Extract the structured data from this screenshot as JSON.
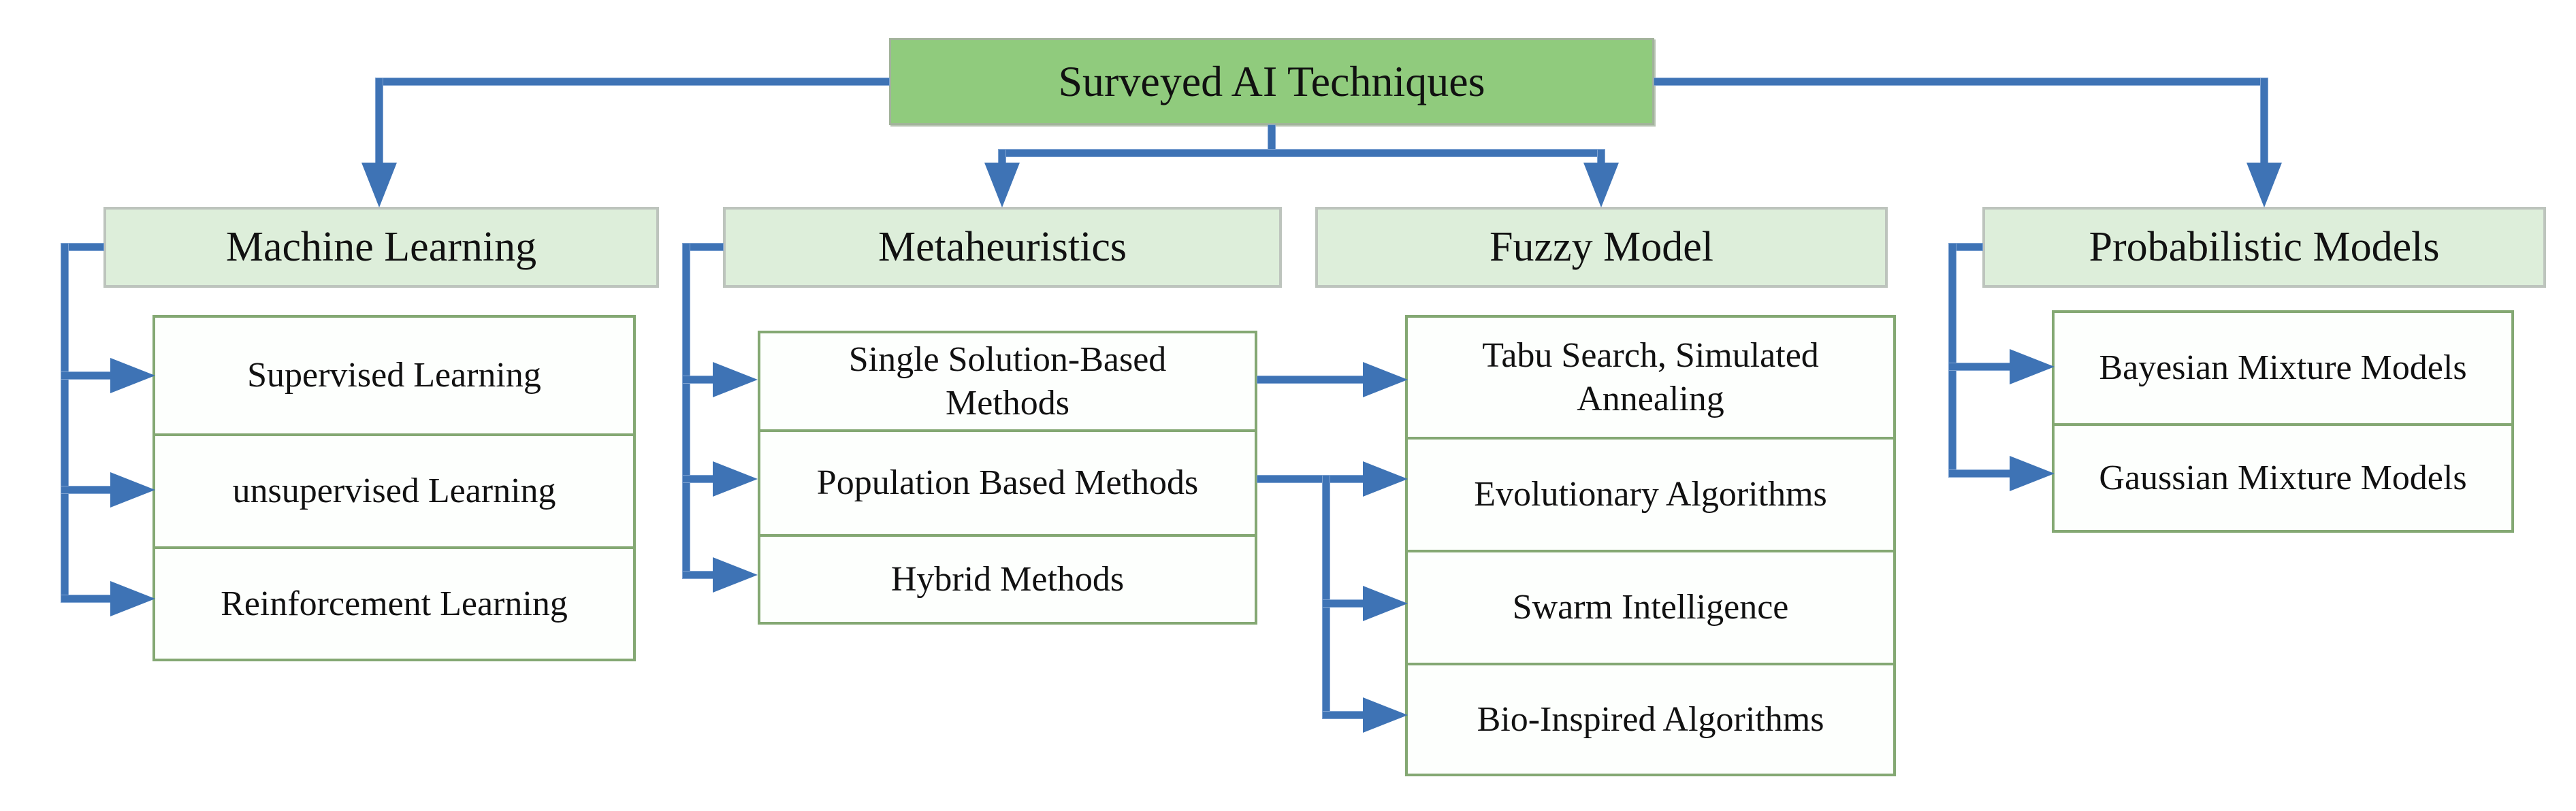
{
  "diagram": {
    "title": "Surveyed AI Techniques taxonomy",
    "root": {
      "label": "Surveyed AI Techniques"
    },
    "columns": [
      {
        "header": "Machine Learning",
        "children": [
          "Supervised Learning",
          "unsupervised Learning",
          "Reinforcement Learning"
        ]
      },
      {
        "header": "Metaheuristics",
        "children": [
          "Single Solution-Based\nMethods",
          "Population Based Methods",
          "Hybrid Methods"
        ]
      },
      {
        "header": "Fuzzy Model",
        "children": [
          "Tabu Search, Simulated\nAnnealing",
          "Evolutionary Algorithms",
          "Swarm Intelligence",
          "Bio-Inspired Algorithms"
        ]
      },
      {
        "header": "Probabilistic Models",
        "children": [
          "Bayesian Mixture Models",
          "Gaussian Mixture Models"
        ]
      }
    ],
    "edges": [
      {
        "from": "Surveyed AI Techniques",
        "to": "Machine Learning"
      },
      {
        "from": "Surveyed AI Techniques",
        "to": "Metaheuristics"
      },
      {
        "from": "Surveyed AI Techniques",
        "to": "Fuzzy Model"
      },
      {
        "from": "Surveyed AI Techniques",
        "to": "Probabilistic Models"
      },
      {
        "from": "Machine Learning",
        "to": "Supervised Learning"
      },
      {
        "from": "Machine Learning",
        "to": "unsupervised Learning"
      },
      {
        "from": "Machine Learning",
        "to": "Reinforcement Learning"
      },
      {
        "from": "Metaheuristics",
        "to": "Single Solution-Based Methods"
      },
      {
        "from": "Metaheuristics",
        "to": "Population Based Methods"
      },
      {
        "from": "Metaheuristics",
        "to": "Hybrid Methods"
      },
      {
        "from": "Single Solution-Based Methods",
        "to": "Tabu Search, Simulated Annealing"
      },
      {
        "from": "Population Based Methods",
        "to": "Evolutionary Algorithms"
      },
      {
        "from": "Population Based Methods",
        "to": "Swarm Intelligence"
      },
      {
        "from": "Population Based Methods",
        "to": "Bio-Inspired Algorithms"
      },
      {
        "from": "Probabilistic Models",
        "to": "Bayesian Mixture Models"
      },
      {
        "from": "Probabilistic Models",
        "to": "Gaussian Mixture Models"
      }
    ],
    "colors": {
      "root_fill": "#90cb7d",
      "header_fill": "#ddeeda",
      "header_border": "#bdc4bd",
      "child_border": "#84a873",
      "connector_blue": "#3e73b5",
      "text": "#111111"
    }
  }
}
